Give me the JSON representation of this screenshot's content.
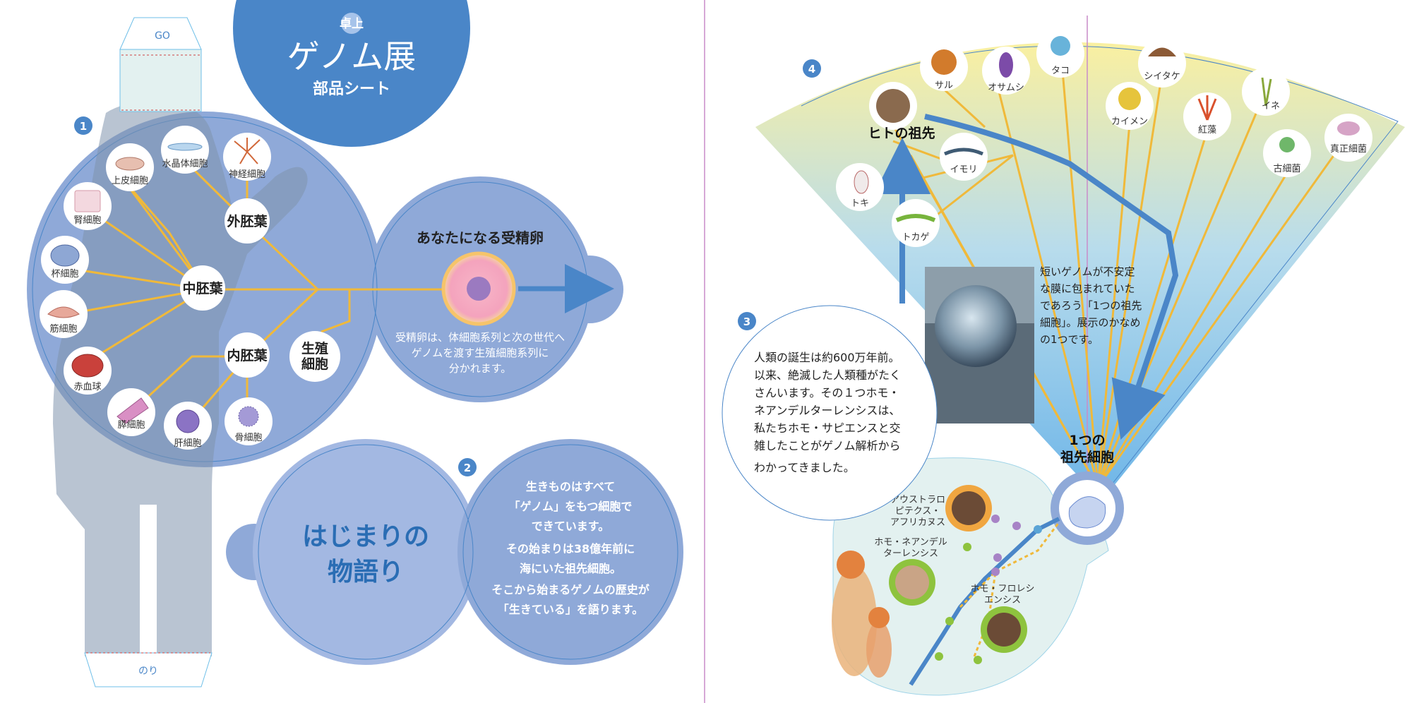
{
  "header": {
    "kanji_small": "卓上",
    "title": "ゲノム展",
    "subtitle": "部品シート"
  },
  "tabs": {
    "top": "GO",
    "bottom": "のり"
  },
  "markers": [
    "1",
    "2",
    "3",
    "4"
  ],
  "lineage": {
    "ectoderm": "外胚葉",
    "mesoderm": "中胚葉",
    "endoderm": "内胚葉",
    "germ_line": [
      "生殖",
      "細胞"
    ],
    "cells": [
      {
        "id": "lens",
        "label": "水晶体細胞"
      },
      {
        "id": "nerve",
        "label": "神経細胞"
      },
      {
        "id": "epithelial",
        "label": "上皮細胞"
      },
      {
        "id": "kidney",
        "label": "腎細胞"
      },
      {
        "id": "goblet",
        "label": "杯細胞"
      },
      {
        "id": "muscle",
        "label": "筋細胞"
      },
      {
        "id": "rbc",
        "label": "赤血球"
      },
      {
        "id": "pancreas",
        "label": "膵細胞"
      },
      {
        "id": "liver",
        "label": "肝細胞"
      },
      {
        "id": "bone",
        "label": "骨細胞"
      }
    ]
  },
  "egg": {
    "title": "あなたになる受精卵",
    "desc": [
      "受精卵は、体細胞系列と次の世代へ",
      "ゲノムを渡す生殖細胞系列に",
      "分かれます。"
    ]
  },
  "story": {
    "title": [
      "はじまりの",
      "物語り"
    ],
    "text": [
      "生きものはすべて",
      "「ゲノム」をもつ細胞で",
      "できています。",
      "その始まりは38億年前に",
      "海にいた祖先細胞。",
      "そこから始まるゲノムの歴史が",
      "「生きている」を語ります。"
    ]
  },
  "human": {
    "text": [
      "人類の誕生は約600万年前。",
      "以来、絶滅した人類種がたく",
      "さんいます。その１つホモ・",
      "ネアンデルターレンシスは、",
      "私たちホモ・サピエンスと交",
      "雑したことがゲノム解析から",
      "わかってきました。"
    ],
    "species": [
      {
        "id": "australo",
        "label": [
          "アウストラロ",
          "ピテクス・",
          "アフリカヌス"
        ]
      },
      {
        "id": "neander",
        "label": [
          "ホモ・ネアンデル",
          "ターレンシス"
        ]
      },
      {
        "id": "flores",
        "label": [
          "ホモ・フロレシ",
          "エンシス"
        ]
      }
    ]
  },
  "tree": {
    "human_ancestor": "ヒトの祖先",
    "ancestral_cell": [
      "1つの",
      "祖先細胞"
    ],
    "photo_text": [
      "短いゲノムが不安定",
      "な膜に包まれていた",
      "であろう「1つの祖先",
      "細胞」。展示のかなめ",
      "の1つです。"
    ],
    "organisms": [
      {
        "id": "monkey",
        "label": "サル"
      },
      {
        "id": "beetle",
        "label": "オサムシ"
      },
      {
        "id": "octopus",
        "label": "タコ"
      },
      {
        "id": "shiitake",
        "label": "シイタケ"
      },
      {
        "id": "sponge",
        "label": "カイメン"
      },
      {
        "id": "redalgae",
        "label": "紅藻"
      },
      {
        "id": "rice",
        "label": "イネ"
      },
      {
        "id": "eukaryote",
        "label": "真正細菌"
      },
      {
        "id": "archaea",
        "label": "古細菌"
      },
      {
        "id": "newt",
        "label": "イモリ"
      },
      {
        "id": "ibis",
        "label": "トキ"
      },
      {
        "id": "lizard",
        "label": "トカゲ"
      }
    ]
  },
  "colors": {
    "blue_dark": "#4a86c8",
    "blue_panel": "#8fa9d8",
    "circle_fill": "#a3b8e2",
    "gold": "#f0b93a",
    "title_blue": "#2a6db4",
    "silhouette": "#7f93ad"
  }
}
